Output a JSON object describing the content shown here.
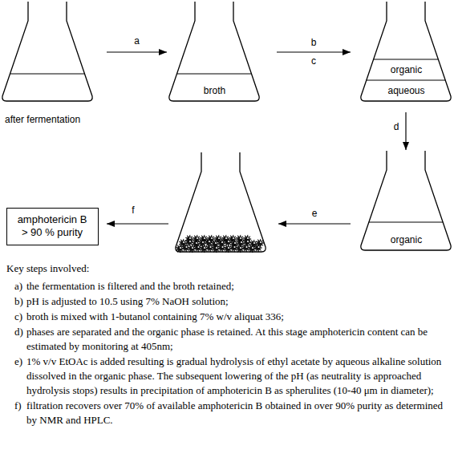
{
  "diagram": {
    "nodes": [
      {
        "text": [
          "after fermentation"
        ]
      },
      {
        "text": [
          "broth"
        ]
      },
      {
        "text": [
          "organic",
          "aqueous"
        ]
      },
      {
        "text": [
          "organic"
        ]
      },
      {
        "text": [
          "amphotericin B > 90 % purity"
        ]
      }
    ],
    "edges": [
      {
        "from": 0,
        "to": 1,
        "arrow": "to",
        "label": "a"
      },
      {
        "from": 1,
        "to": 2,
        "arrow": "to",
        "label": "b"
      },
      {
        "from": 2,
        "to": 3,
        "arrow": "to",
        "label": "d"
      }
    ],
    "labels": [
      "c",
      "e",
      "f",
      "Key steps involved:",
      "a)",
      "the fermentation is filtered and the broth retained;",
      "b)",
      "pH is adjusted to 10.5 using 7% NaOH solution;",
      "c)",
      "broth is mixed with 1-butanol containing 7% w/v aliquat 336;",
      "d)",
      "phases are separated and the organic phase is retained. At this stage amphotericin content can be estimated by monitoring at 405nm;",
      "e)",
      "1% v/v EtOAc is added resulting is gradual hydrolysis of ethyl acetate by aqueous alkaline solution dissolved in the organic phase. The subsequent lowering of the pH (as neutrality is approached hydrolysis stops) results in precipitation of amphotericin B as spherulites (10-40 μm in diameter);",
      "f)",
      "filtration recovers over 70% of available amphotericin B obtained in over 90% purity as determined by NMR and HPLC."
    ]
  }
}
